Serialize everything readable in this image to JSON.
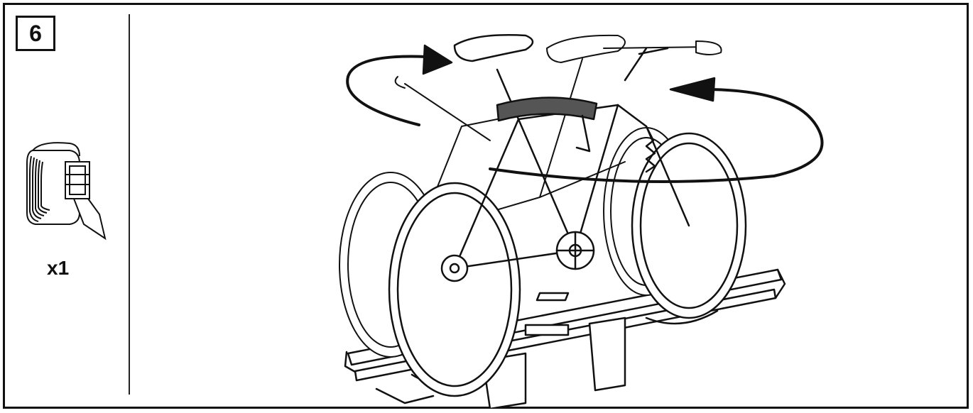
{
  "step": {
    "number": "6"
  },
  "parts": {
    "item_icon": "strap-icon",
    "quantity": "x1"
  },
  "illustration": {
    "subject": "bike-rack-with-two-bikes",
    "arrows": [
      "arrow-rotate-left-icon",
      "arrow-rotate-right-icon"
    ]
  },
  "colors": {
    "line": "#111111",
    "background": "#ffffff"
  }
}
